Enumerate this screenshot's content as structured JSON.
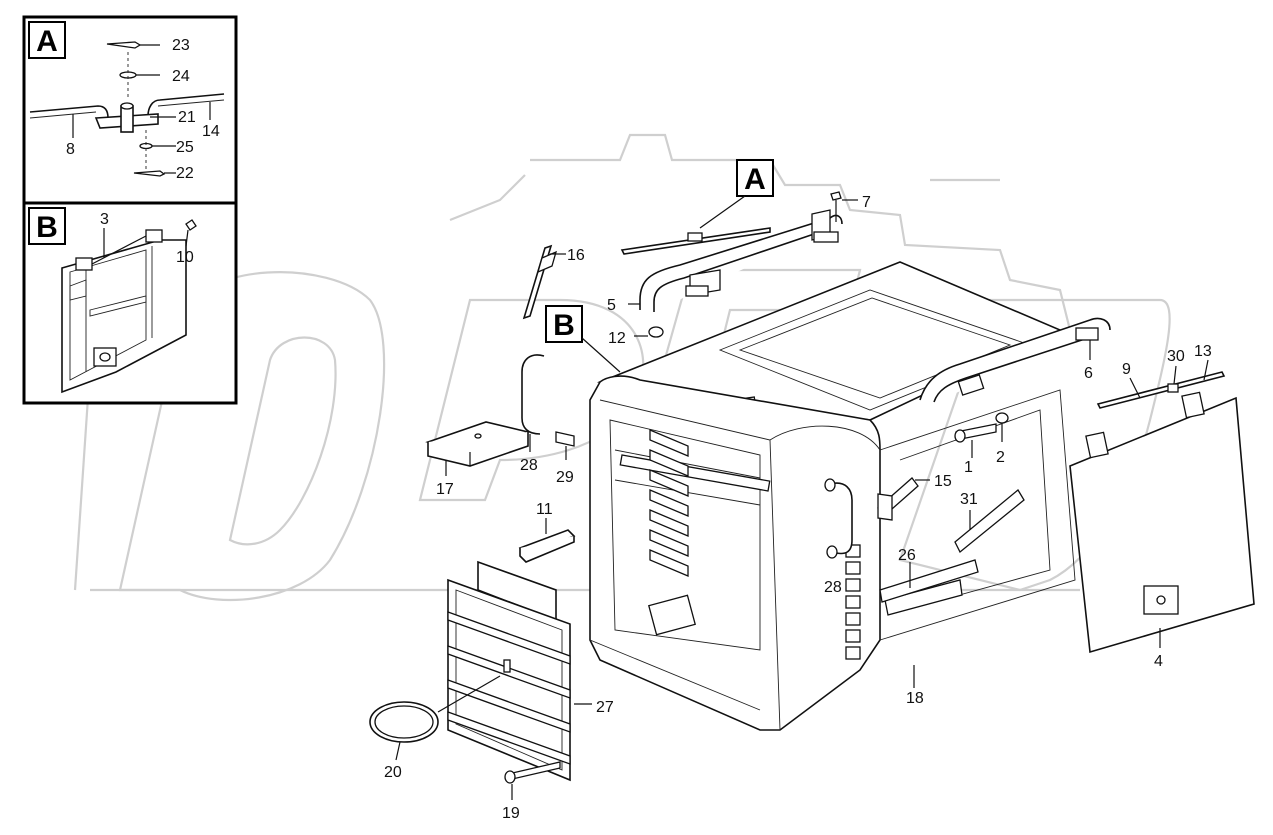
{
  "insets": [
    {
      "id": "A",
      "label": "A"
    },
    {
      "id": "B",
      "label": "B"
    }
  ],
  "callouts": {
    "main_a": "A",
    "main_b": "B"
  },
  "parts": {
    "p1": "1",
    "p2": "2",
    "p3": "3",
    "p4": "4",
    "p5": "5",
    "p6": "6",
    "p7": "7",
    "p8": "8",
    "p9": "9",
    "p10": "10",
    "p11": "11",
    "p12": "12",
    "p13": "13",
    "p14": "14",
    "p15": "15",
    "p16": "16",
    "p17": "17",
    "p18": "18",
    "p19": "19",
    "p20": "20",
    "p21": "21",
    "p22": "22",
    "p23": "23",
    "p24": "24",
    "p25": "25",
    "p26": "26",
    "p27": "27",
    "p28a": "28",
    "p28b": "28",
    "p29": "29",
    "p30": "30",
    "p31": "31"
  }
}
